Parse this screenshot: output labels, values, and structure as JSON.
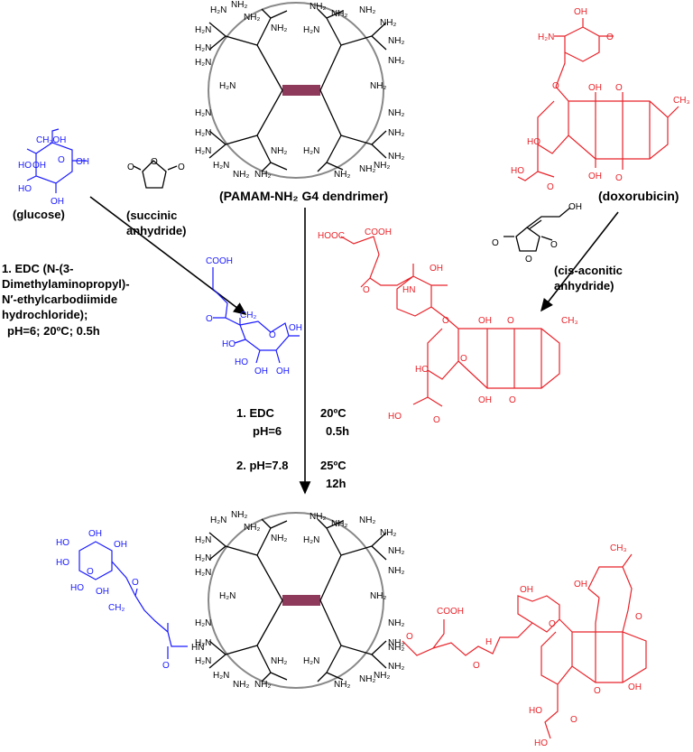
{
  "labels": {
    "dendrimer": "(PAMAM-NH₂ G4 dendrimer)",
    "glucose": "(glucose)",
    "succinic": [
      "(succinic",
      "anhydride)"
    ],
    "doxorubicin": "(doxorubicin)",
    "cis_aconitic": [
      "(cis-aconitic",
      "anhydride)"
    ]
  },
  "conditions_left": [
    "1. EDC (N-(3-",
    "Dimethylaminopropyl)-",
    "N′-ethylcarbodiimide",
    "hydrochloride);",
    "pH=6; 20ºC; 0.5h"
  ],
  "conditions_center": {
    "step1_a": "1. EDC",
    "step1_b": "pH=6",
    "step1_temp": "20ºC",
    "step1_time": "0.5h",
    "step2": "2. pH=7.8",
    "step2_temp": "25ºC",
    "step2_time": "12h"
  },
  "atoms": {
    "nh2": "NH₂",
    "h2n": "H₂N",
    "oh": "OH",
    "ho": "HO",
    "o": "O",
    "cooh": "COOH",
    "hooc": "HOOC",
    "ch2oh": "CH₂OH",
    "ch2": "CH₂",
    "ch3": "CH₃",
    "hn": "HN",
    "h": "H"
  },
  "colors": {
    "glucose_blue": "#1a1aff",
    "dox_red": "#e8232a",
    "core": "#8e3a5b",
    "shell": "#888888"
  }
}
